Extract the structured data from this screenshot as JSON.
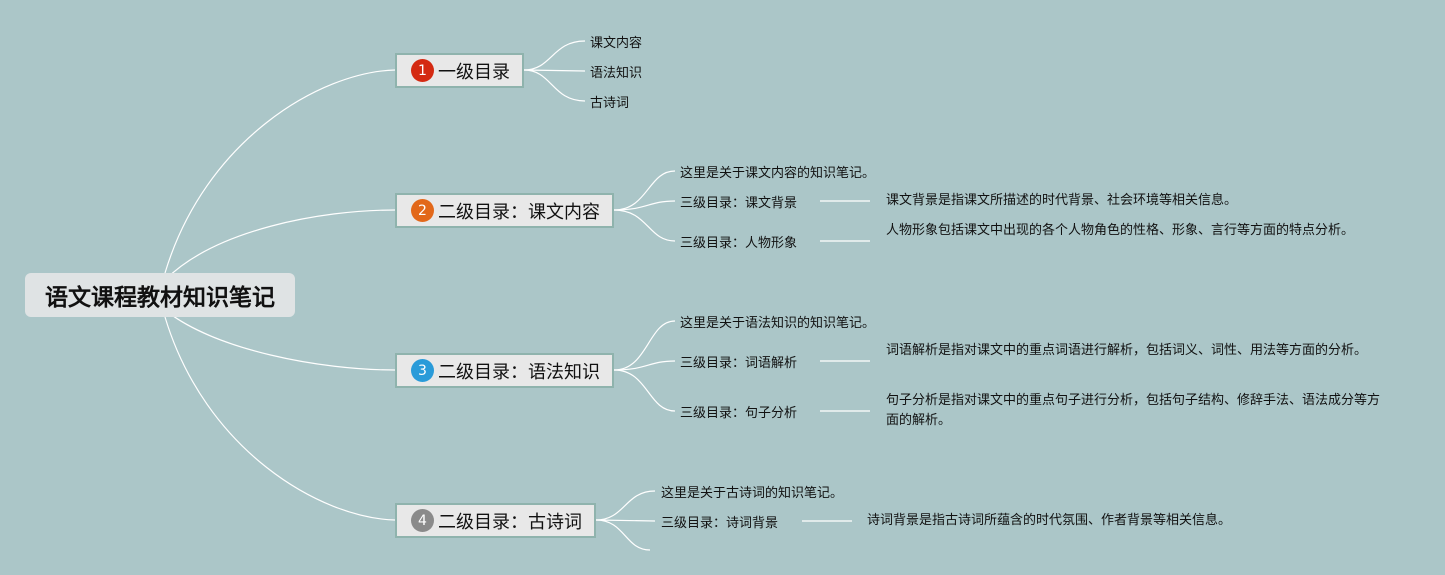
{
  "root": {
    "title": "语文课程教材知识笔记"
  },
  "topics": [
    {
      "number": "1",
      "badge_color": "#d42a12",
      "label": "一级目录",
      "children": [
        {
          "label": "课文内容"
        },
        {
          "label": "语法知识"
        },
        {
          "label": "古诗词"
        }
      ]
    },
    {
      "number": "2",
      "badge_color": "#e2681a",
      "label": "二级目录：课文内容",
      "children": [
        {
          "label": "这里是关于课文内容的知识笔记。"
        },
        {
          "label": "三级目录：课文背景",
          "desc": "课文背景是指课文所描述的时代背景、社会环境等相关信息。"
        },
        {
          "label": "三级目录：人物形象",
          "desc": "人物形象包括课文中出现的各个人物角色的性格、形象、言行等方面的特点分析。"
        }
      ]
    },
    {
      "number": "3",
      "badge_color": "#2a9bd9",
      "label": "二级目录：语法知识",
      "children": [
        {
          "label": "这里是关于语法知识的知识笔记。"
        },
        {
          "label": "三级目录：词语解析",
          "desc": "词语解析是指对课文中的重点词语进行解析，包括词义、词性、用法等方面的分析。"
        },
        {
          "label": "三级目录：句子分析",
          "desc": "句子分析是指对课文中的重点句子进行分析，包括句子结构、修辞手法、语法成分等方面的解析。"
        }
      ]
    },
    {
      "number": "4",
      "badge_color": "#8a8a8a",
      "label": "二级目录：古诗词",
      "children": [
        {
          "label": "这里是关于古诗词的知识笔记。"
        },
        {
          "label": "三级目录：诗词背景",
          "desc": "诗词背景是指古诗词所蕴含的时代氛围、作者背景等相关信息。"
        }
      ]
    }
  ]
}
